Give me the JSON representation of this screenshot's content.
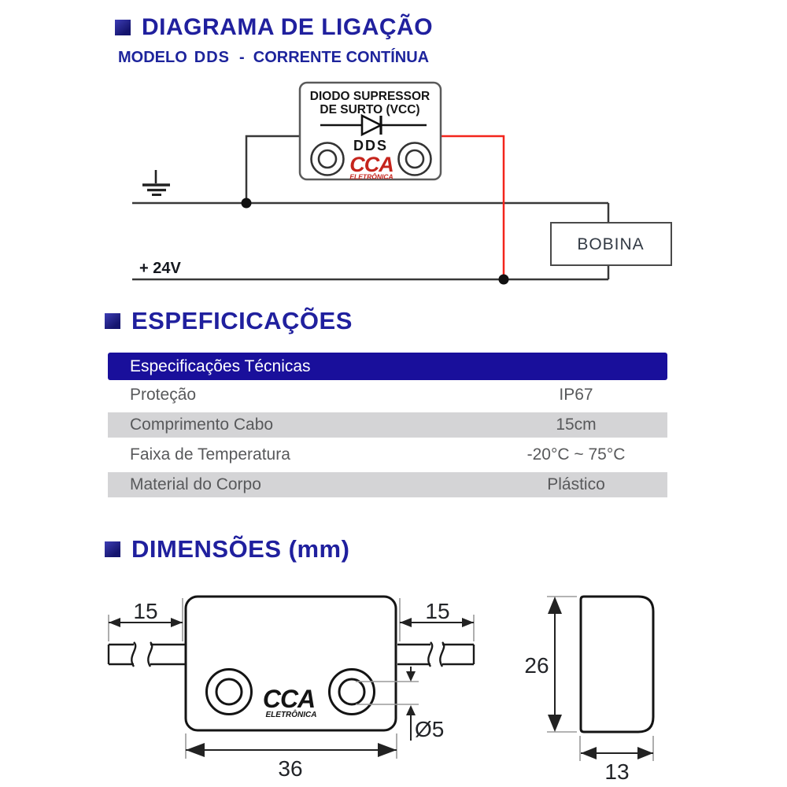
{
  "page": {
    "title": "DIAGRAMA DE LIGAÇÃO",
    "subtitle": {
      "modelo": "MODELO",
      "model": "DDS",
      "rest": "-  CORRENTE CONTÍNUA"
    }
  },
  "wiring": {
    "device": {
      "line1": "DIODO SUPRESSOR",
      "line2": "DE SURTO (VCC)",
      "model": "DDS",
      "brand": "CCA",
      "brand_sub": "ELETRÔNICA"
    },
    "labels": {
      "supply": "+ 24V",
      "load": "BOBINA"
    },
    "colors": {
      "wire_black": "#383838",
      "wire_red": "#f3251c"
    }
  },
  "specs": {
    "heading": "ESPEFICICAÇÕES",
    "table": {
      "header": "Especificações Técnicas",
      "rows": [
        {
          "label": "Proteção",
          "value": "IP67"
        },
        {
          "label": "Comprimento Cabo",
          "value": "15cm"
        },
        {
          "label": "Faixa de Temperatura",
          "value": "-20°C ~ 75°C"
        },
        {
          "label": "Material do Corpo",
          "value": "Plástico"
        }
      ],
      "colors": {
        "header_bg": "#190f9b",
        "header_text": "#ffffff",
        "row_alt_bg": "#d4d4d6",
        "row_text": "#58595b"
      }
    }
  },
  "dimensions": {
    "heading": "DIMENSÕES (mm)",
    "front": {
      "cable_left": "15",
      "cable_right": "15",
      "width": "36",
      "hole_diameter": "Ø5",
      "brand": "CCA",
      "brand_sub": "ELETRÔNICA"
    },
    "side": {
      "height": "26",
      "depth": "13"
    }
  },
  "accent": {
    "heading_blue": "#20209e",
    "navy": "#190f9b",
    "brand_red": "#c5241c"
  }
}
